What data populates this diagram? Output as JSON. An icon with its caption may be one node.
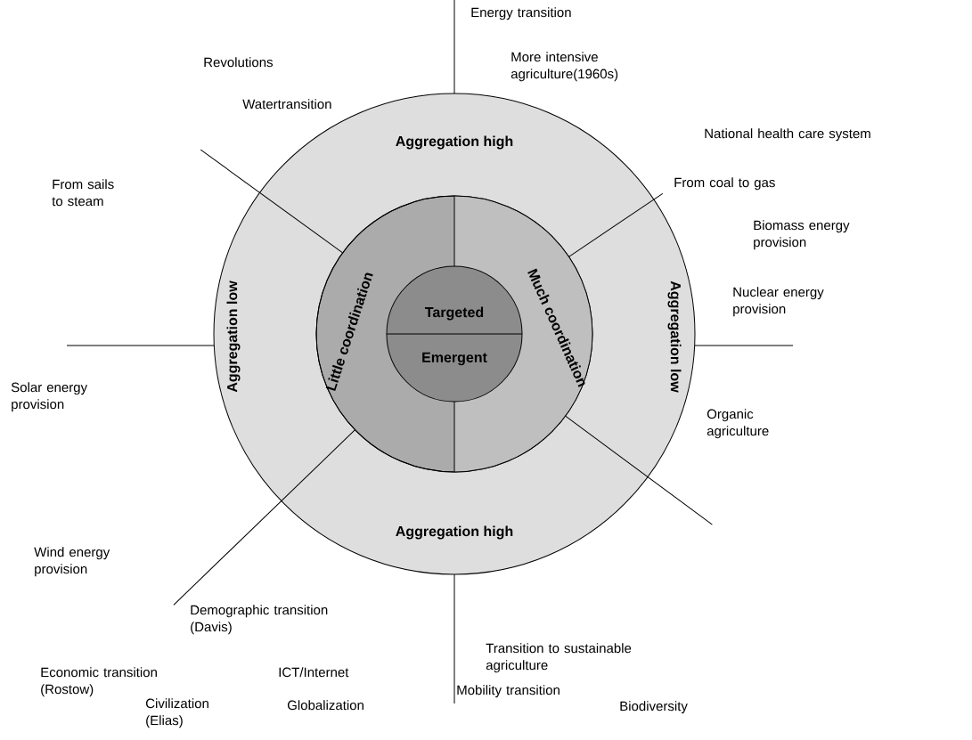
{
  "diagram": {
    "nodes": [
      {
        "text": [
          "Aggregation high",
          "Aggregation low",
          "Aggregation high",
          "Aggregation low"
        ]
      },
      {
        "text": [
          "Little coordination",
          "Much coordination"
        ],
        "in": 0
      },
      {
        "text": [
          "Targeted",
          "Emergent"
        ],
        "in": 1
      }
    ],
    "labels": [
      "Energy transition",
      "Revolutions",
      "More intensive agriculture(1960s)",
      "Watertransition",
      "National health care system",
      "From coal to gas",
      "From sails to steam",
      "Biomass energy provision",
      "Nuclear energy provision",
      "Solar energy provision",
      "Organic agriculture",
      "Wind energy provision",
      "Demographic transition (Davis)",
      "Transition to sustainable agriculture",
      "Economic transition (Rostow)",
      "ICT/Internet",
      "Mobility transition",
      "Civilization (Elias)",
      "Globalization",
      "Biodiversity"
    ]
  }
}
